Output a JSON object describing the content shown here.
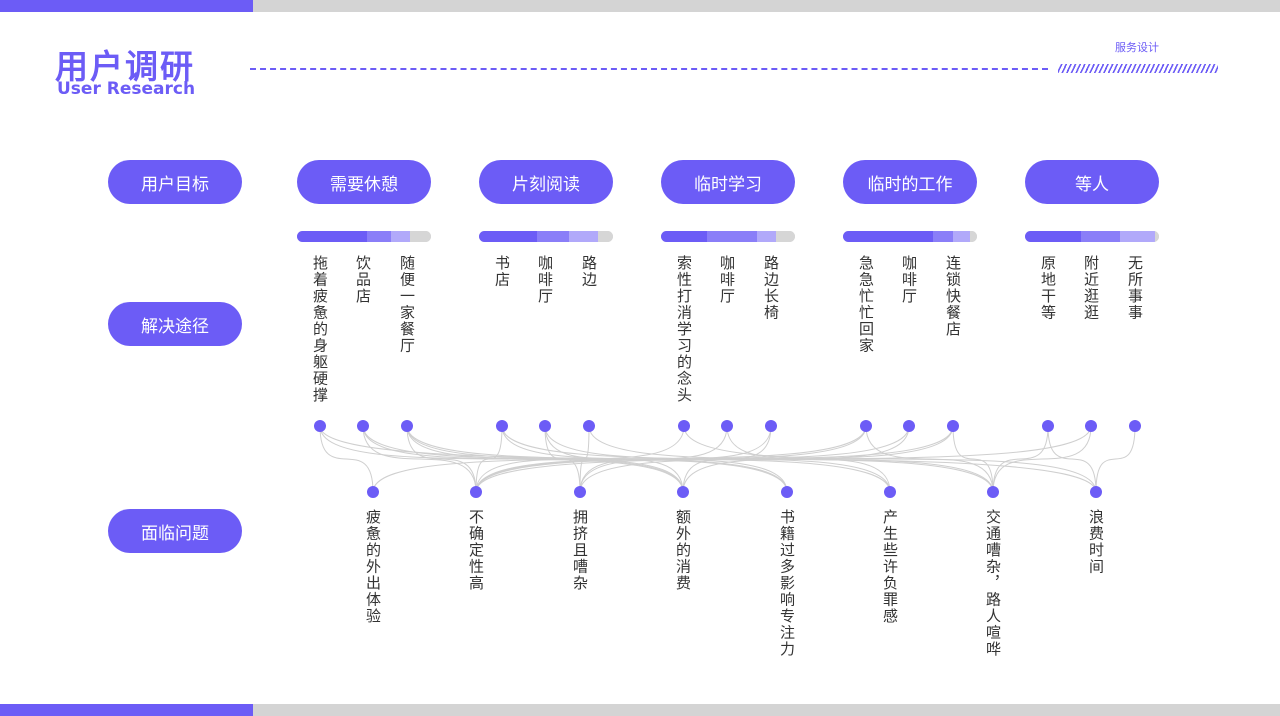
{
  "colors": {
    "accent": "#6c5cf6",
    "accent_mid": "#8a7ef8",
    "accent_light": "#b1a9fa",
    "track": "#d6d6d6",
    "link": "#cfcfcf",
    "top_bar_accent": "#6c5cf6"
  },
  "header": {
    "title_cn": "用户调研",
    "title_en": "User Research",
    "service": "服务设计"
  },
  "rows": {
    "goal_label": "用户目标",
    "solution_label": "解决途径",
    "problem_label": "面临问题"
  },
  "goals": [
    {
      "label": "需要休憩",
      "progress": [
        0.52,
        0.18,
        0.14,
        0.16
      ],
      "solutions": [
        "拖着疲惫的身躯硬撑",
        "饮品店",
        "随便一家餐厅"
      ]
    },
    {
      "label": "片刻阅读",
      "progress": [
        0.43,
        0.24,
        0.22,
        0.11
      ],
      "solutions": [
        "书店",
        "咖啡厅",
        "路边"
      ]
    },
    {
      "label": "临时学习",
      "progress": [
        0.34,
        0.38,
        0.14,
        0.14
      ],
      "solutions": [
        "索性打消学习的念头",
        "咖啡厅",
        "路边长椅"
      ]
    },
    {
      "label": "临时的工作",
      "progress": [
        0.67,
        0.15,
        0.13,
        0.05
      ],
      "solutions": [
        "急急忙忙回家",
        "咖啡厅",
        "连锁快餐店"
      ]
    },
    {
      "label": "等人",
      "progress": [
        0.42,
        0.29,
        0.26,
        0.03
      ],
      "solutions": [
        "原地干等",
        "附近逛逛",
        "无所事事"
      ]
    }
  ],
  "problems": [
    "疲惫的外出体验",
    "不确定性高",
    "拥挤且嘈杂",
    "额外的消费",
    "书籍过多影响专注力",
    "产生些许负罪感",
    "交通嘈杂，路人喧哗",
    "浪费时间"
  ],
  "links": [
    [
      0,
      0
    ],
    [
      0,
      3
    ],
    [
      0,
      7
    ],
    [
      1,
      1
    ],
    [
      1,
      3
    ],
    [
      1,
      4
    ],
    [
      2,
      1
    ],
    [
      2,
      3
    ],
    [
      2,
      4
    ],
    [
      2,
      5
    ],
    [
      3,
      1
    ],
    [
      3,
      4
    ],
    [
      3,
      6
    ],
    [
      4,
      2
    ],
    [
      4,
      3
    ],
    [
      4,
      5
    ],
    [
      5,
      2
    ],
    [
      5,
      6
    ],
    [
      6,
      1
    ],
    [
      6,
      7
    ],
    [
      7,
      2
    ],
    [
      7,
      5
    ],
    [
      8,
      2
    ],
    [
      8,
      3
    ],
    [
      9,
      0
    ],
    [
      9,
      1
    ],
    [
      9,
      6
    ],
    [
      10,
      1
    ],
    [
      10,
      3
    ],
    [
      11,
      1
    ],
    [
      11,
      2
    ],
    [
      11,
      6
    ],
    [
      12,
      6
    ],
    [
      12,
      7
    ],
    [
      13,
      1
    ],
    [
      13,
      6
    ],
    [
      14,
      7
    ]
  ]
}
